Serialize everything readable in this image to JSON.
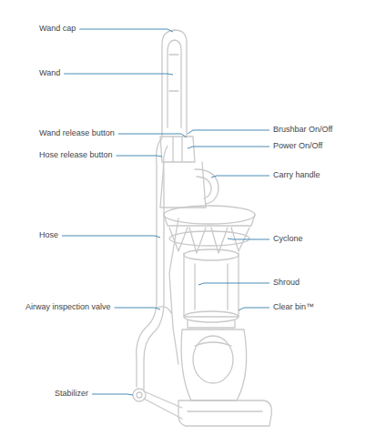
{
  "diagram": {
    "labels": [
      "Wand cap",
      "Wand",
      "Wand release button",
      "Hose release button",
      "Hose",
      "Airway inspection valve",
      "Stabilizer",
      "Brushbar On/Off",
      "Power On/Off",
      "Carry handle",
      "Cyclone",
      "Shroud",
      "Clear bin™"
    ]
  }
}
